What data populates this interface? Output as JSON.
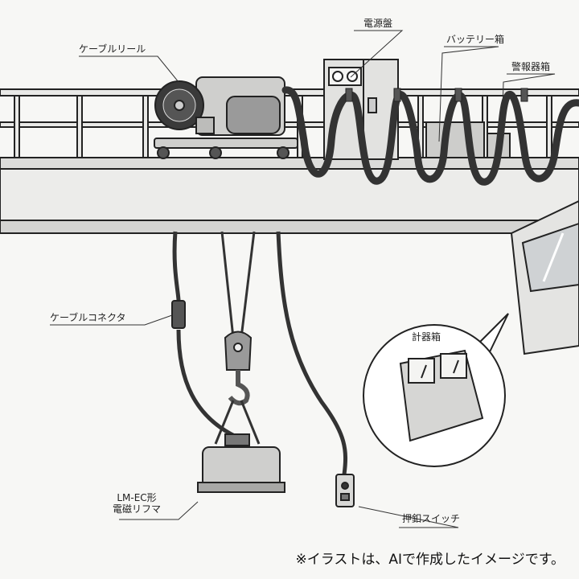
{
  "labels": {
    "cable_reel": "ケーブルリール",
    "power_panel": "電源盤",
    "battery_box": "バッテリー箱",
    "alarm_box": "警報器箱",
    "cable_connector": "ケーブルコネクタ",
    "meter_box": "計器箱",
    "magnet_line1": "LM-EC形",
    "magnet_line2": "電磁リフマ",
    "push_switch": "押釦スイッチ"
  },
  "footer_note": "※イラストは、AIで作成したイメージです。",
  "colors": {
    "line": "#222222",
    "girder_fill": "#e6e6e4",
    "box_fill": "#d9d9d7",
    "dark_fill": "#7a7a7a",
    "background": "#f7f7f5"
  }
}
